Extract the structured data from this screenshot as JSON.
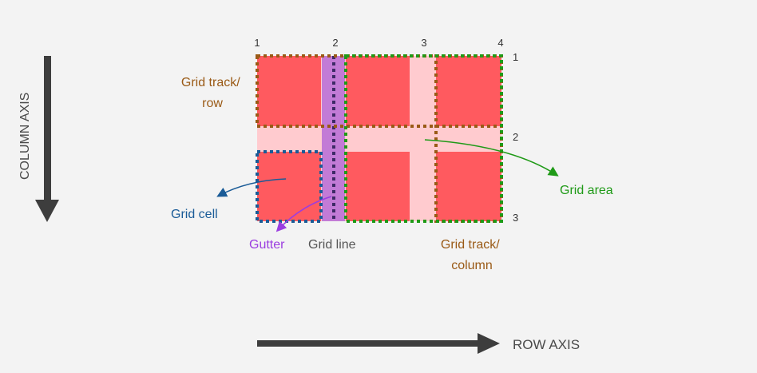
{
  "axes": {
    "column_axis_label": "COLUMN AXIS",
    "row_axis_label": "ROW AXIS"
  },
  "grid_lines": {
    "columns": [
      "1",
      "2",
      "3",
      "4"
    ],
    "rows": [
      "1",
      "2",
      "3"
    ]
  },
  "labels": {
    "grid_track_row": [
      "Grid track/",
      "row"
    ],
    "grid_track_column": [
      "Grid track/",
      "column"
    ],
    "grid_area": "Grid area",
    "grid_cell": "Grid cell",
    "gutter": "Gutter",
    "grid_line": "Grid line"
  },
  "colors": {
    "background": "#f3f3f3",
    "cell": "#ff5a5f",
    "gutter": "#ffcbcf",
    "gutter_highlight": "#c27bd6",
    "axis": "#3d3d3d",
    "track_outline": "#9a5a16",
    "area_outline": "#1f9a17",
    "cell_outline": "#1a5b97",
    "gutter_label": "#9b3de0",
    "grid_line_label": "#555555",
    "line_number": "#333333"
  }
}
